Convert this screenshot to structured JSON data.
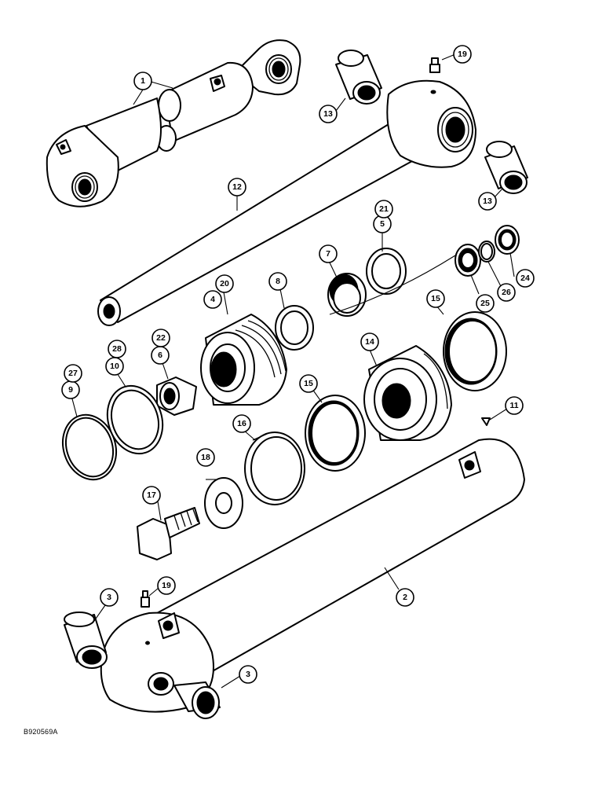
{
  "drawing_number": "B920569A",
  "callouts": [
    {
      "id": "c1",
      "label": "1"
    },
    {
      "id": "c2",
      "label": "2"
    },
    {
      "id": "c3a",
      "label": "3"
    },
    {
      "id": "c3b",
      "label": "3"
    },
    {
      "id": "c4",
      "label": "4"
    },
    {
      "id": "c5",
      "label": "5"
    },
    {
      "id": "c6",
      "label": "6"
    },
    {
      "id": "c7",
      "label": "7"
    },
    {
      "id": "c8",
      "label": "8"
    },
    {
      "id": "c9",
      "label": "9"
    },
    {
      "id": "c10",
      "label": "10"
    },
    {
      "id": "c11",
      "label": "11"
    },
    {
      "id": "c12",
      "label": "12"
    },
    {
      "id": "c13a",
      "label": "13"
    },
    {
      "id": "c13b",
      "label": "13"
    },
    {
      "id": "c14",
      "label": "14"
    },
    {
      "id": "c15a",
      "label": "15"
    },
    {
      "id": "c15b",
      "label": "15"
    },
    {
      "id": "c16",
      "label": "16"
    },
    {
      "id": "c17",
      "label": "17"
    },
    {
      "id": "c18",
      "label": "18"
    },
    {
      "id": "c19a",
      "label": "19"
    },
    {
      "id": "c19b",
      "label": "19"
    },
    {
      "id": "c20",
      "label": "20"
    },
    {
      "id": "c21",
      "label": "21"
    },
    {
      "id": "c22",
      "label": "22"
    },
    {
      "id": "c24",
      "label": "24"
    },
    {
      "id": "c25",
      "label": "25"
    },
    {
      "id": "c26",
      "label": "26"
    },
    {
      "id": "c27",
      "label": "27"
    },
    {
      "id": "c28",
      "label": "28"
    }
  ]
}
